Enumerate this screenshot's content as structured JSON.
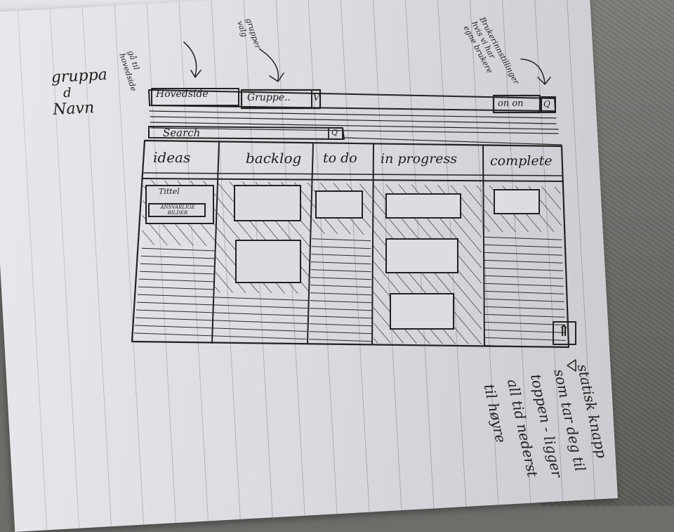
{
  "left_note": {
    "line1": "gruppa",
    "line2": "d",
    "line3": "Navn"
  },
  "top_annotations": {
    "home_note_line1": "gå til",
    "home_note_line2": "hovedside",
    "group_note_line1": "grupper",
    "group_note_line2": "valg"
  },
  "corner_note": {
    "line1": "Brukerinnstillinger",
    "line2": "hvis vi har",
    "line3": "egne brukere"
  },
  "header": {
    "home_button": "Hovedside",
    "group_select": "Gruppe..",
    "group_arrow": "V",
    "user_button": "on on",
    "user_icon": "Q"
  },
  "search": {
    "label": "Search",
    "icon": "Q"
  },
  "columns": [
    {
      "label": "ideas"
    },
    {
      "label": "backlog"
    },
    {
      "label": "to do"
    },
    {
      "label": "in progress"
    },
    {
      "label": "complete"
    }
  ],
  "card": {
    "title": "Tittel",
    "badge_line1": "ANSVARLIGE",
    "badge_line2": "BILDER"
  },
  "scroll_button": {
    "icon": "⇑"
  },
  "bottom_note": {
    "line1": "statisk knapp",
    "line2": "som tar deg til",
    "line3": "toppen - ligger",
    "line4": "all tid nederst",
    "line5": "til høyre"
  },
  "colors": {
    "paper": "#dcdde2",
    "ink": "#222222",
    "fabric": "#6f6d6a"
  }
}
